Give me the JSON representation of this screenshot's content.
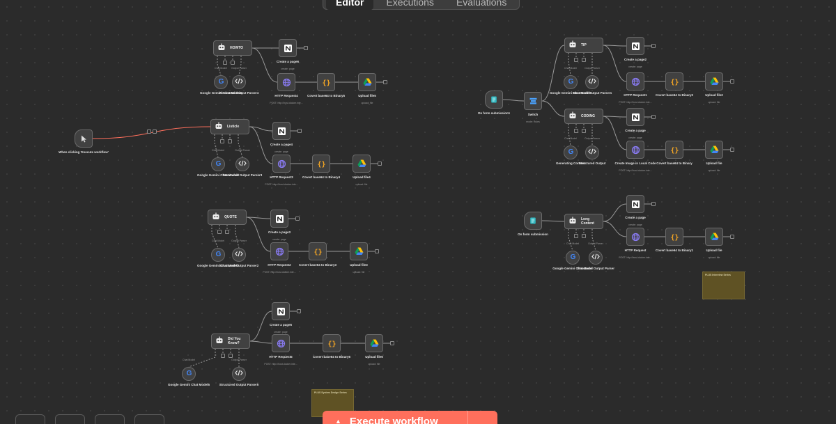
{
  "toolbar": {
    "tabs": [
      "Editor",
      "Executions",
      "Evaluations"
    ],
    "active_tab": "Editor"
  },
  "execute": {
    "label": "Execute workflow"
  },
  "bottom_controls": [
    "zoom-to-fit",
    "zoom-in",
    "zoom-out",
    "more"
  ],
  "colors": {
    "canvas": "#2b2b2b",
    "node": "#414141",
    "node_border": "#6a6a6a",
    "accent": "#ff6f5c",
    "edge": "#9a9a9a",
    "sticky": "#5f5224"
  },
  "sub_captions": {
    "chat_model": "Chat Model",
    "output_parser": "Output Parser",
    "create_page": "create: page",
    "upload_file": "upload: file",
    "switch_mode": "mode: Rules",
    "http_post_a": "POST: http://host.docker.inte...",
    "http_post_b": "POST: http://host.docker.inte..."
  },
  "manual_trigger": {
    "label": "When clicking 'Execute workflow'"
  },
  "flows": {
    "howto": {
      "agent": "HOWTO",
      "model": "Google Gemini Chat Model4",
      "parser": "Structured Output Parser4",
      "notion": "Create a page6",
      "http": "HTTP Request4",
      "convert": "Covert base64 to Binary5",
      "upload": "Upload file5"
    },
    "listicle": {
      "agent": "Listicle",
      "model": "Google Gemini Chat Model3",
      "parser": "Structured Output Parser3",
      "notion": "Create a page4",
      "http": "HTTP Request3",
      "convert": "Covert base64 to Binary4",
      "upload": "Upload file4"
    },
    "quote": {
      "agent": "QUOTE",
      "model": "Google Gemini Chat Model2",
      "parser": "Structured Output Parser2",
      "notion": "Create a page3",
      "http": "HTTP Request2",
      "convert": "Covert base64 to Binary3",
      "upload": "Upload file3"
    },
    "didyouknow": {
      "agent": "Did You Know?",
      "model": "Google Gemini Chat Model5",
      "parser": "Structured Output Parser5",
      "notion": "Create a page5",
      "http": "HTTP Request5",
      "convert": "Covert base64 to Binary6",
      "upload": "Upload file6"
    },
    "tip": {
      "agent": "TIP",
      "model": "Google Gemini Chat Model1",
      "parser": "Structured Output Parser1",
      "notion": "Create a page2",
      "http": "HTTP Request1",
      "convert": "Covert base64 to Binary2",
      "upload": "Upload file2"
    },
    "coding": {
      "agent": "CODING",
      "model": "Generating Content",
      "parser": "Structured Output",
      "notion": "Create a page",
      "http": "Create Image in Local Code",
      "convert": "Covert base64 to Binary",
      "upload": "Upload file"
    },
    "long": {
      "agent": "Long Content",
      "model": "Google Gemini Chat Model",
      "parser": "Structured Output Parser",
      "notion": "Create a page",
      "http": "HTTP Request",
      "convert": "Covert base64 to Binary1",
      "upload": "Upload file"
    }
  },
  "form_trigger_1": {
    "label": "On form submission1"
  },
  "switch": {
    "label": "Switch"
  },
  "form_trigger_2": {
    "label": "On form submission"
  },
  "stickies": {
    "interview": "PLUS Interview Series",
    "system_design": "PLUS System Design Series"
  }
}
